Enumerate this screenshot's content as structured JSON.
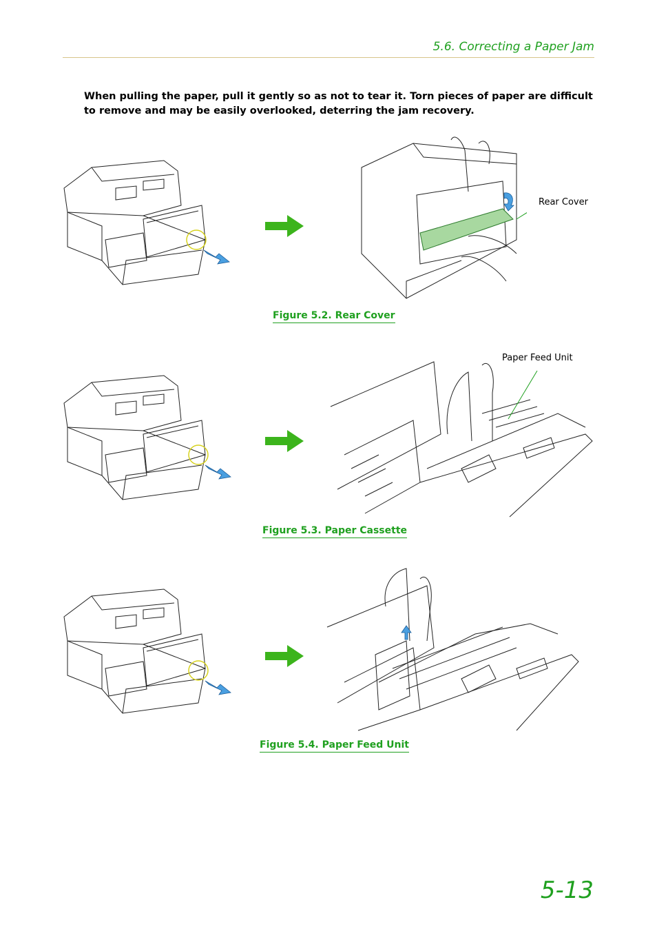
{
  "header": {
    "section_title": "5.6. Correcting a Paper Jam"
  },
  "note": "When pulling the paper, pull it gently so as not to tear it. Torn pieces of paper are difficult to remove and may be easily overlooked, deterring the jam recovery.",
  "figures": [
    {
      "caption": "Figure 5.2. Rear Cover",
      "callout": "Rear Cover"
    },
    {
      "caption": "Figure 5.3. Paper Cassette",
      "callout": "Paper Feed Unit"
    },
    {
      "caption": "Figure 5.4. Paper Feed Unit"
    }
  ],
  "page_number": "5-13",
  "colors": {
    "accent_green": "#1fa01f",
    "arrow_green": "#3cb41c",
    "pull_arrow_blue": "#4a9fe0",
    "highlight_circle": "#d7d21e",
    "rule": "#d8c48a"
  }
}
